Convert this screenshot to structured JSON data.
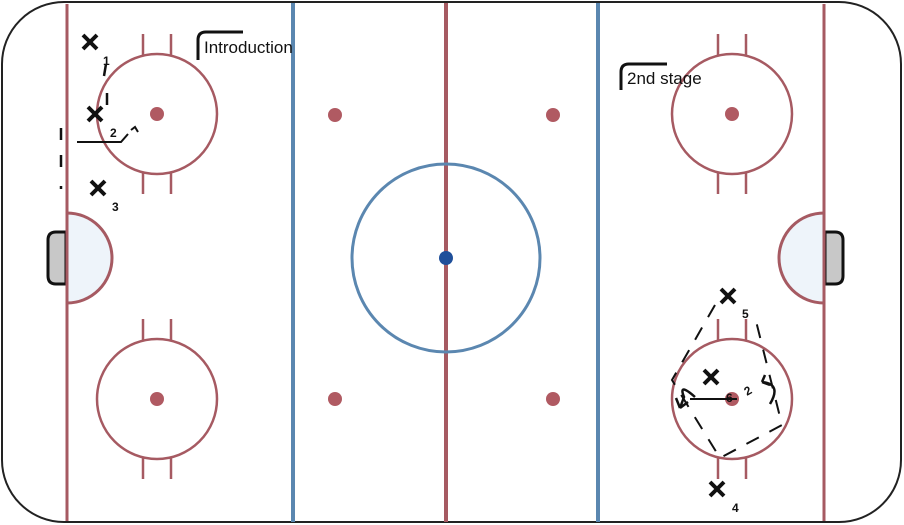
{
  "colors": {
    "boards": "#222222",
    "red_line": "#a65a62",
    "blue_line": "#5b87b0",
    "center_dot": "#1f4f9a",
    "dot": "#b05a62",
    "crease_fill": "#eef4fa",
    "net_fill": "#c8c8c8",
    "markings": "#111111"
  },
  "labels": {
    "introduction": "Introduction",
    "second_stage": "2nd stage"
  },
  "players": {
    "p1": "1",
    "p2": "2",
    "p3": "3",
    "p4": "4",
    "p5": "5",
    "p6": "6"
  },
  "pass_label": "2"
}
